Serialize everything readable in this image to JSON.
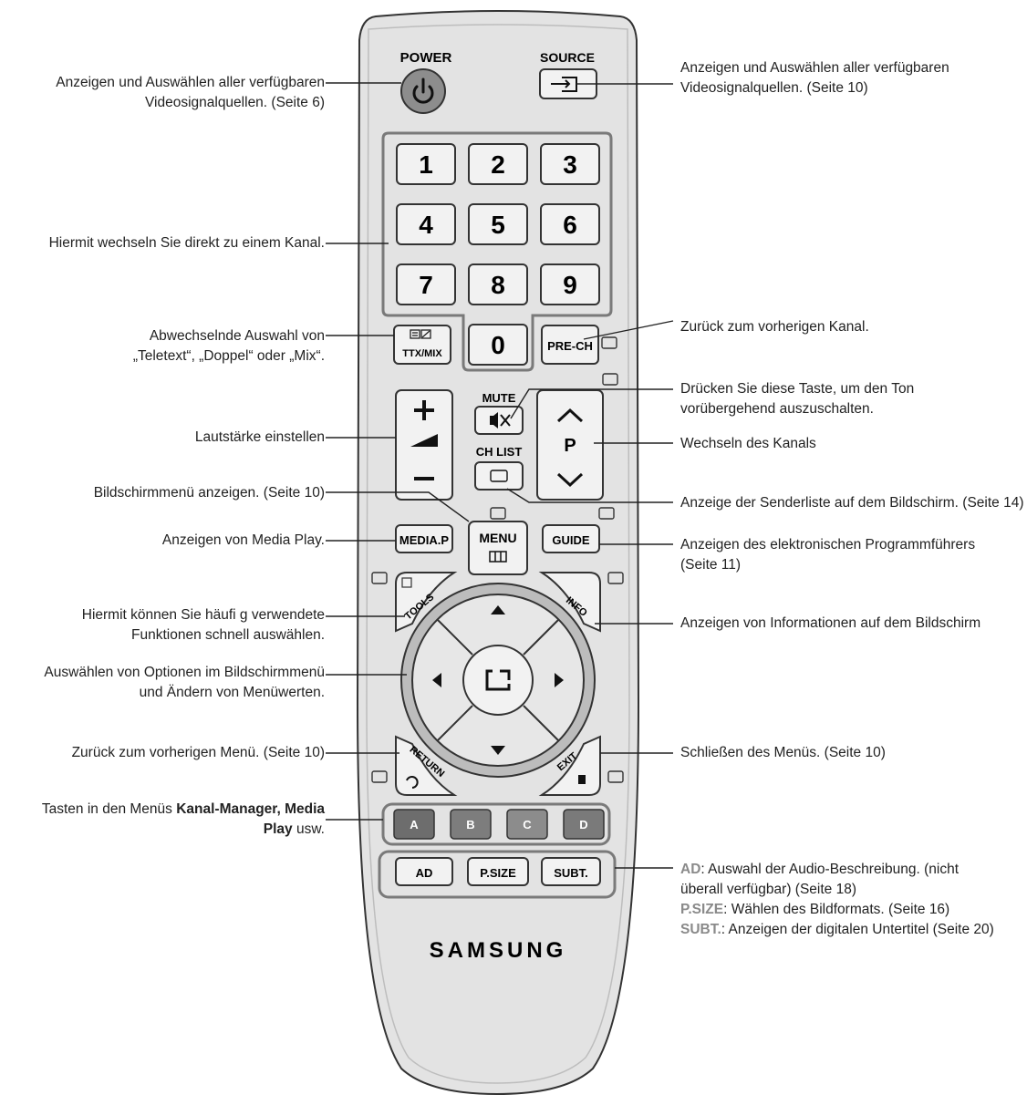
{
  "remote": {
    "power_label": "POWER",
    "source_label": "SOURCE",
    "digits": [
      "1",
      "2",
      "3",
      "4",
      "5",
      "6",
      "7",
      "8",
      "9",
      "0"
    ],
    "ttx_label": "TTX/MIX",
    "prech_label": "PRE-CH",
    "mute_label": "MUTE",
    "chlist_label": "CH LIST",
    "p_label": "P",
    "mediap_label": "MEDIA.P",
    "menu_label": "MENU",
    "guide_label": "GUIDE",
    "tools_label": "TOOLS",
    "info_label": "INFO",
    "return_label": "RETURN",
    "exit_label": "EXIT",
    "color_buttons": [
      {
        "label": "A",
        "color": "#6d6d6d"
      },
      {
        "label": "B",
        "color": "#7d7d7d"
      },
      {
        "label": "C",
        "color": "#8c8c8c"
      },
      {
        "label": "D",
        "color": "#7a7a7a"
      }
    ],
    "ad_label": "AD",
    "psize_label": "P.SIZE",
    "subt_label": "SUBT.",
    "brand": "SAMSUNG"
  },
  "annotations": {
    "power": [
      "Anzeigen und Auswählen aller verfügbaren",
      "Videosignalquellen. (Seite 6)"
    ],
    "source": [
      "Anzeigen und Auswählen aller verfügbaren",
      "Videosignalquellen. (Seite 10)"
    ],
    "digits": [
      "Hiermit wechseln Sie direkt zu einem Kanal."
    ],
    "ttx": [
      "Abwechselnde Auswahl von",
      "„Teletext“, „Doppel“ oder „Mix“."
    ],
    "prech": [
      "Zurück zum vorherigen Kanal."
    ],
    "mute": [
      "Drücken Sie diese Taste, um den Ton",
      "vorübergehend auszuschalten."
    ],
    "volume": [
      "Lautstärke einstellen"
    ],
    "channel": [
      "Wechseln des Kanals"
    ],
    "menu": [
      "Bildschirmmenü anzeigen. (Seite 10)"
    ],
    "chlist": [
      "Anzeige der Senderliste auf dem Bildschirm. (Seite 14)"
    ],
    "mediap": [
      "Anzeigen von Media Play."
    ],
    "guide": [
      "Anzeigen des elektronischen Programmführers",
      "(Seite 11)"
    ],
    "tools": [
      "Hiermit können Sie häufi g verwendete",
      "Funktionen schnell auswählen."
    ],
    "info": [
      "Anzeigen von Informationen auf dem Bildschirm"
    ],
    "nav": [
      "Auswählen von Optionen im Bildschirmmenü",
      "und Ändern von Menüwerten."
    ],
    "return": [
      "Zurück zum vorherigen Menü. (Seite 10)"
    ],
    "exit": [
      "Schließen des Menüs. (Seite 10)"
    ],
    "colorkeys": {
      "line1_pre": "Tasten in den Menüs ",
      "line1_bold": "Kanal-Manager, Media",
      "line2_bold": "Play",
      "line2_post": " usw."
    },
    "bottom": {
      "ad_key": "AD",
      "ad_text1": ": Auswahl der Audio-Beschreibung. (nicht",
      "ad_text2": "überall verfügbar) (Seite 18)",
      "psize_key": "P.SIZE",
      "psize_text": ": Wählen des Bildformats. (Seite 16)",
      "subt_key": "SUBT.",
      "subt_text": ": Anzeigen der digitalen Untertitel (Seite 20)"
    }
  },
  "icons": [
    "power-icon",
    "source-icon",
    "mute-icon",
    "volume-icon",
    "chlist-icon",
    "menu-grid-icon",
    "enter-icon",
    "return-icon",
    "exit-icon",
    "teletext-icon"
  ]
}
